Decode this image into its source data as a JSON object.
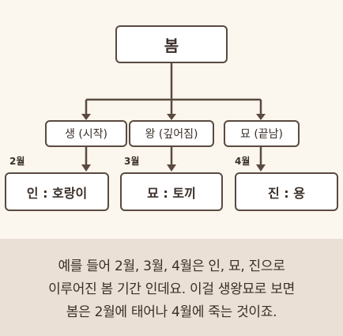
{
  "root": {
    "label": "봄"
  },
  "stages": [
    {
      "label": "생 (시작)",
      "month": "2월",
      "result": "인 : 호랑이"
    },
    {
      "label": "왕 (깊어짐)",
      "month": "3월",
      "result": "묘 : 토끼"
    },
    {
      "label": "묘 (끝남)",
      "month": "4월",
      "result": "진 : 용"
    }
  ],
  "caption": {
    "line1": "예를 들어 2월, 3월, 4월은 인, 묘, 진으로",
    "line2": "이루어진 봄 기간 인데요. 이걸 생왕묘로 보면",
    "line3": "봄은 2월에 태어나 4월에 죽는 것이죠."
  }
}
